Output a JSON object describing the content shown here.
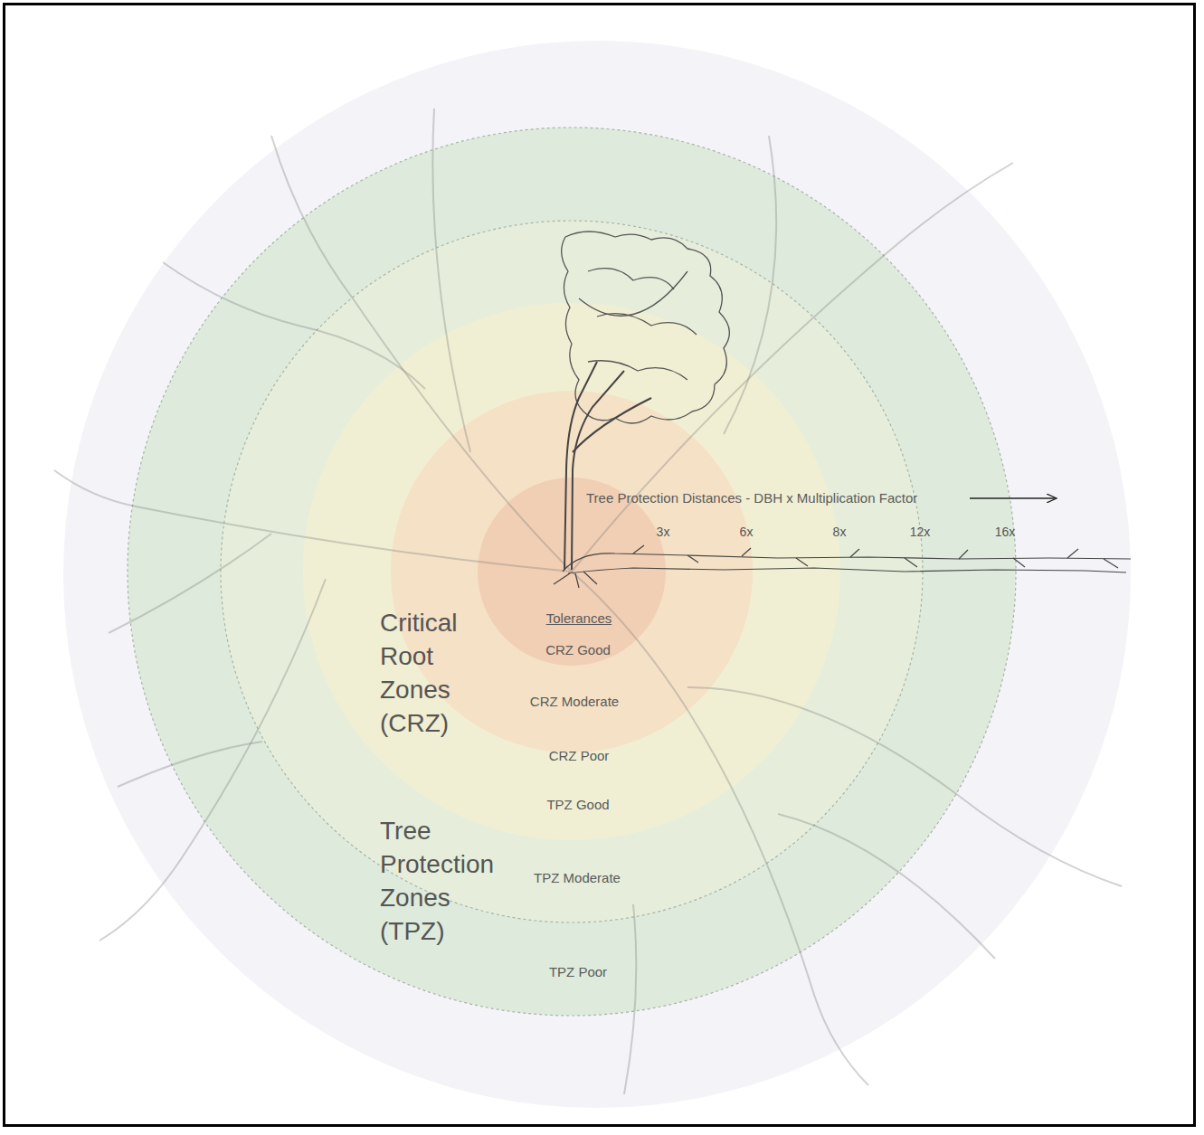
{
  "diagram": {
    "labels": [
      "Tree Protection Distances - DBH x Multiplication Factor",
      "3x",
      "6x",
      "8x",
      "12x",
      "16x",
      "Critical Root Zones (CRZ)",
      "Tolerances",
      "CRZ Good",
      "CRZ Moderate",
      "CRZ Poor",
      "TPZ Good",
      "TPZ Moderate",
      "TPZ Poor",
      "Tree Protection Zones (TPZ)"
    ]
  }
}
